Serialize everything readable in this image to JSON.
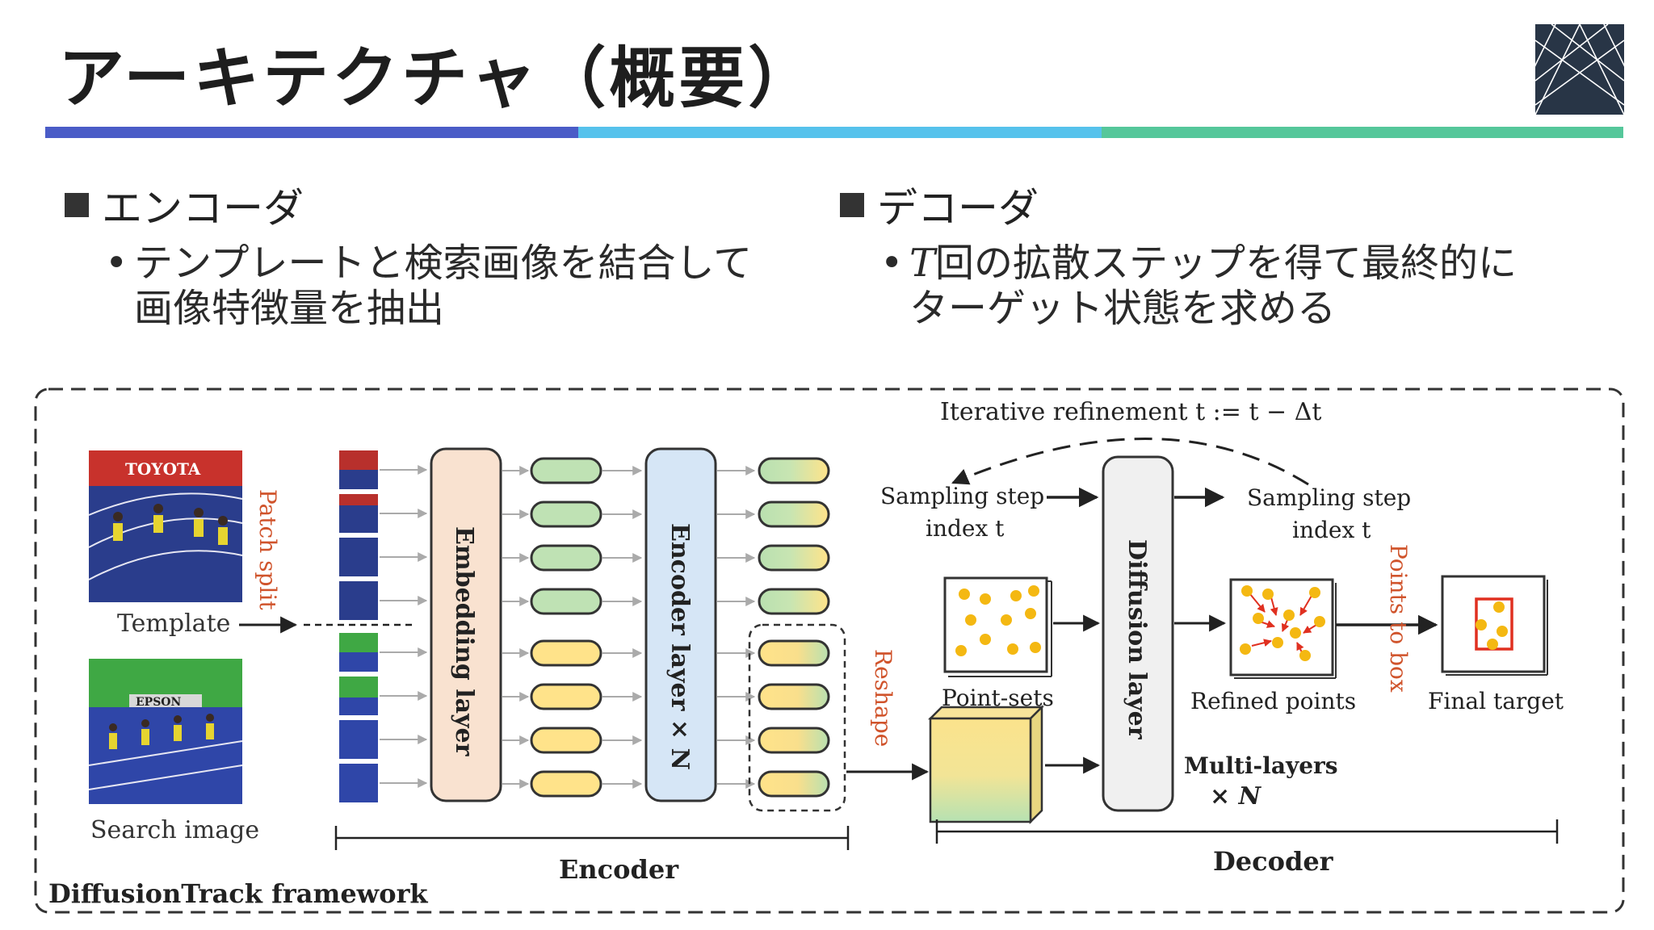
{
  "slide": {
    "title": "アーキテクチャ（概要）",
    "bar_colors": [
      "#4a5cc7",
      "#56c2ec",
      "#55c79a"
    ]
  },
  "left": {
    "heading": "エンコーダ",
    "bullet_line1": "テンプレートと検索画像を結合して",
    "bullet_line2": "画像特徴量を抽出"
  },
  "right": {
    "heading": "デコーダ",
    "bullet_italic": "T",
    "bullet_line1": "回の拡散ステップを得て最終的に",
    "bullet_line2": "ターゲット状態を求める"
  },
  "diagram": {
    "framework": "DiffusionTrack framework",
    "template": "Template",
    "search": "Search image",
    "patch_split": "Patch split",
    "embedding": "Embedding layer",
    "encoder_layer": "Encoder layer × N",
    "encoder": "Encoder",
    "reshape": "Reshape",
    "iterative": "Iterative refinement t := t − Δt",
    "sampling1_a": "Sampling step",
    "sampling1_b": "index t",
    "sampling2_a": "Sampling step",
    "sampling2_b": "index t",
    "diffusion": "Diffusion layer",
    "point_sets": "Point-sets",
    "refined": "Refined points",
    "points_to_box": "Points to box",
    "final_target": "Final target",
    "multi_a": "Multi-layers",
    "multi_b": "× N",
    "decoder": "Decoder",
    "sign_top": "TOYOTA",
    "sign_bottom": "EPSON"
  }
}
